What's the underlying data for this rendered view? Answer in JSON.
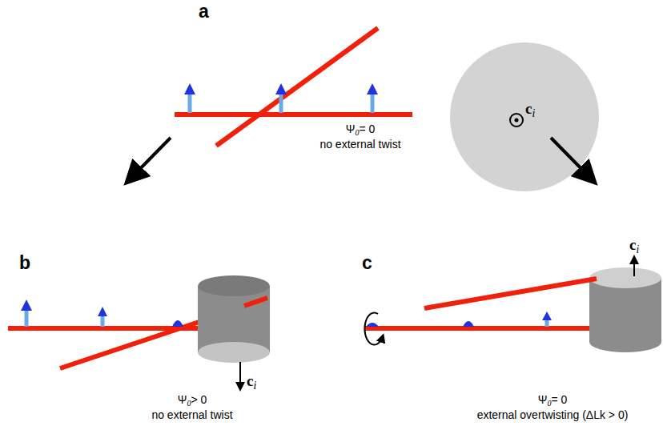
{
  "diagram": {
    "labels": [
      "a",
      "b",
      "c",
      "c",
      "i",
      "Ψ",
      "0",
      "= 0",
      "no external twist",
      "c",
      "i",
      "Ψ",
      "0",
      "> 0",
      "no external twist",
      "c",
      "i",
      "Ψ",
      "0",
      "= 0",
      "external overtwisting (ΔLk > 0)"
    ]
  }
}
